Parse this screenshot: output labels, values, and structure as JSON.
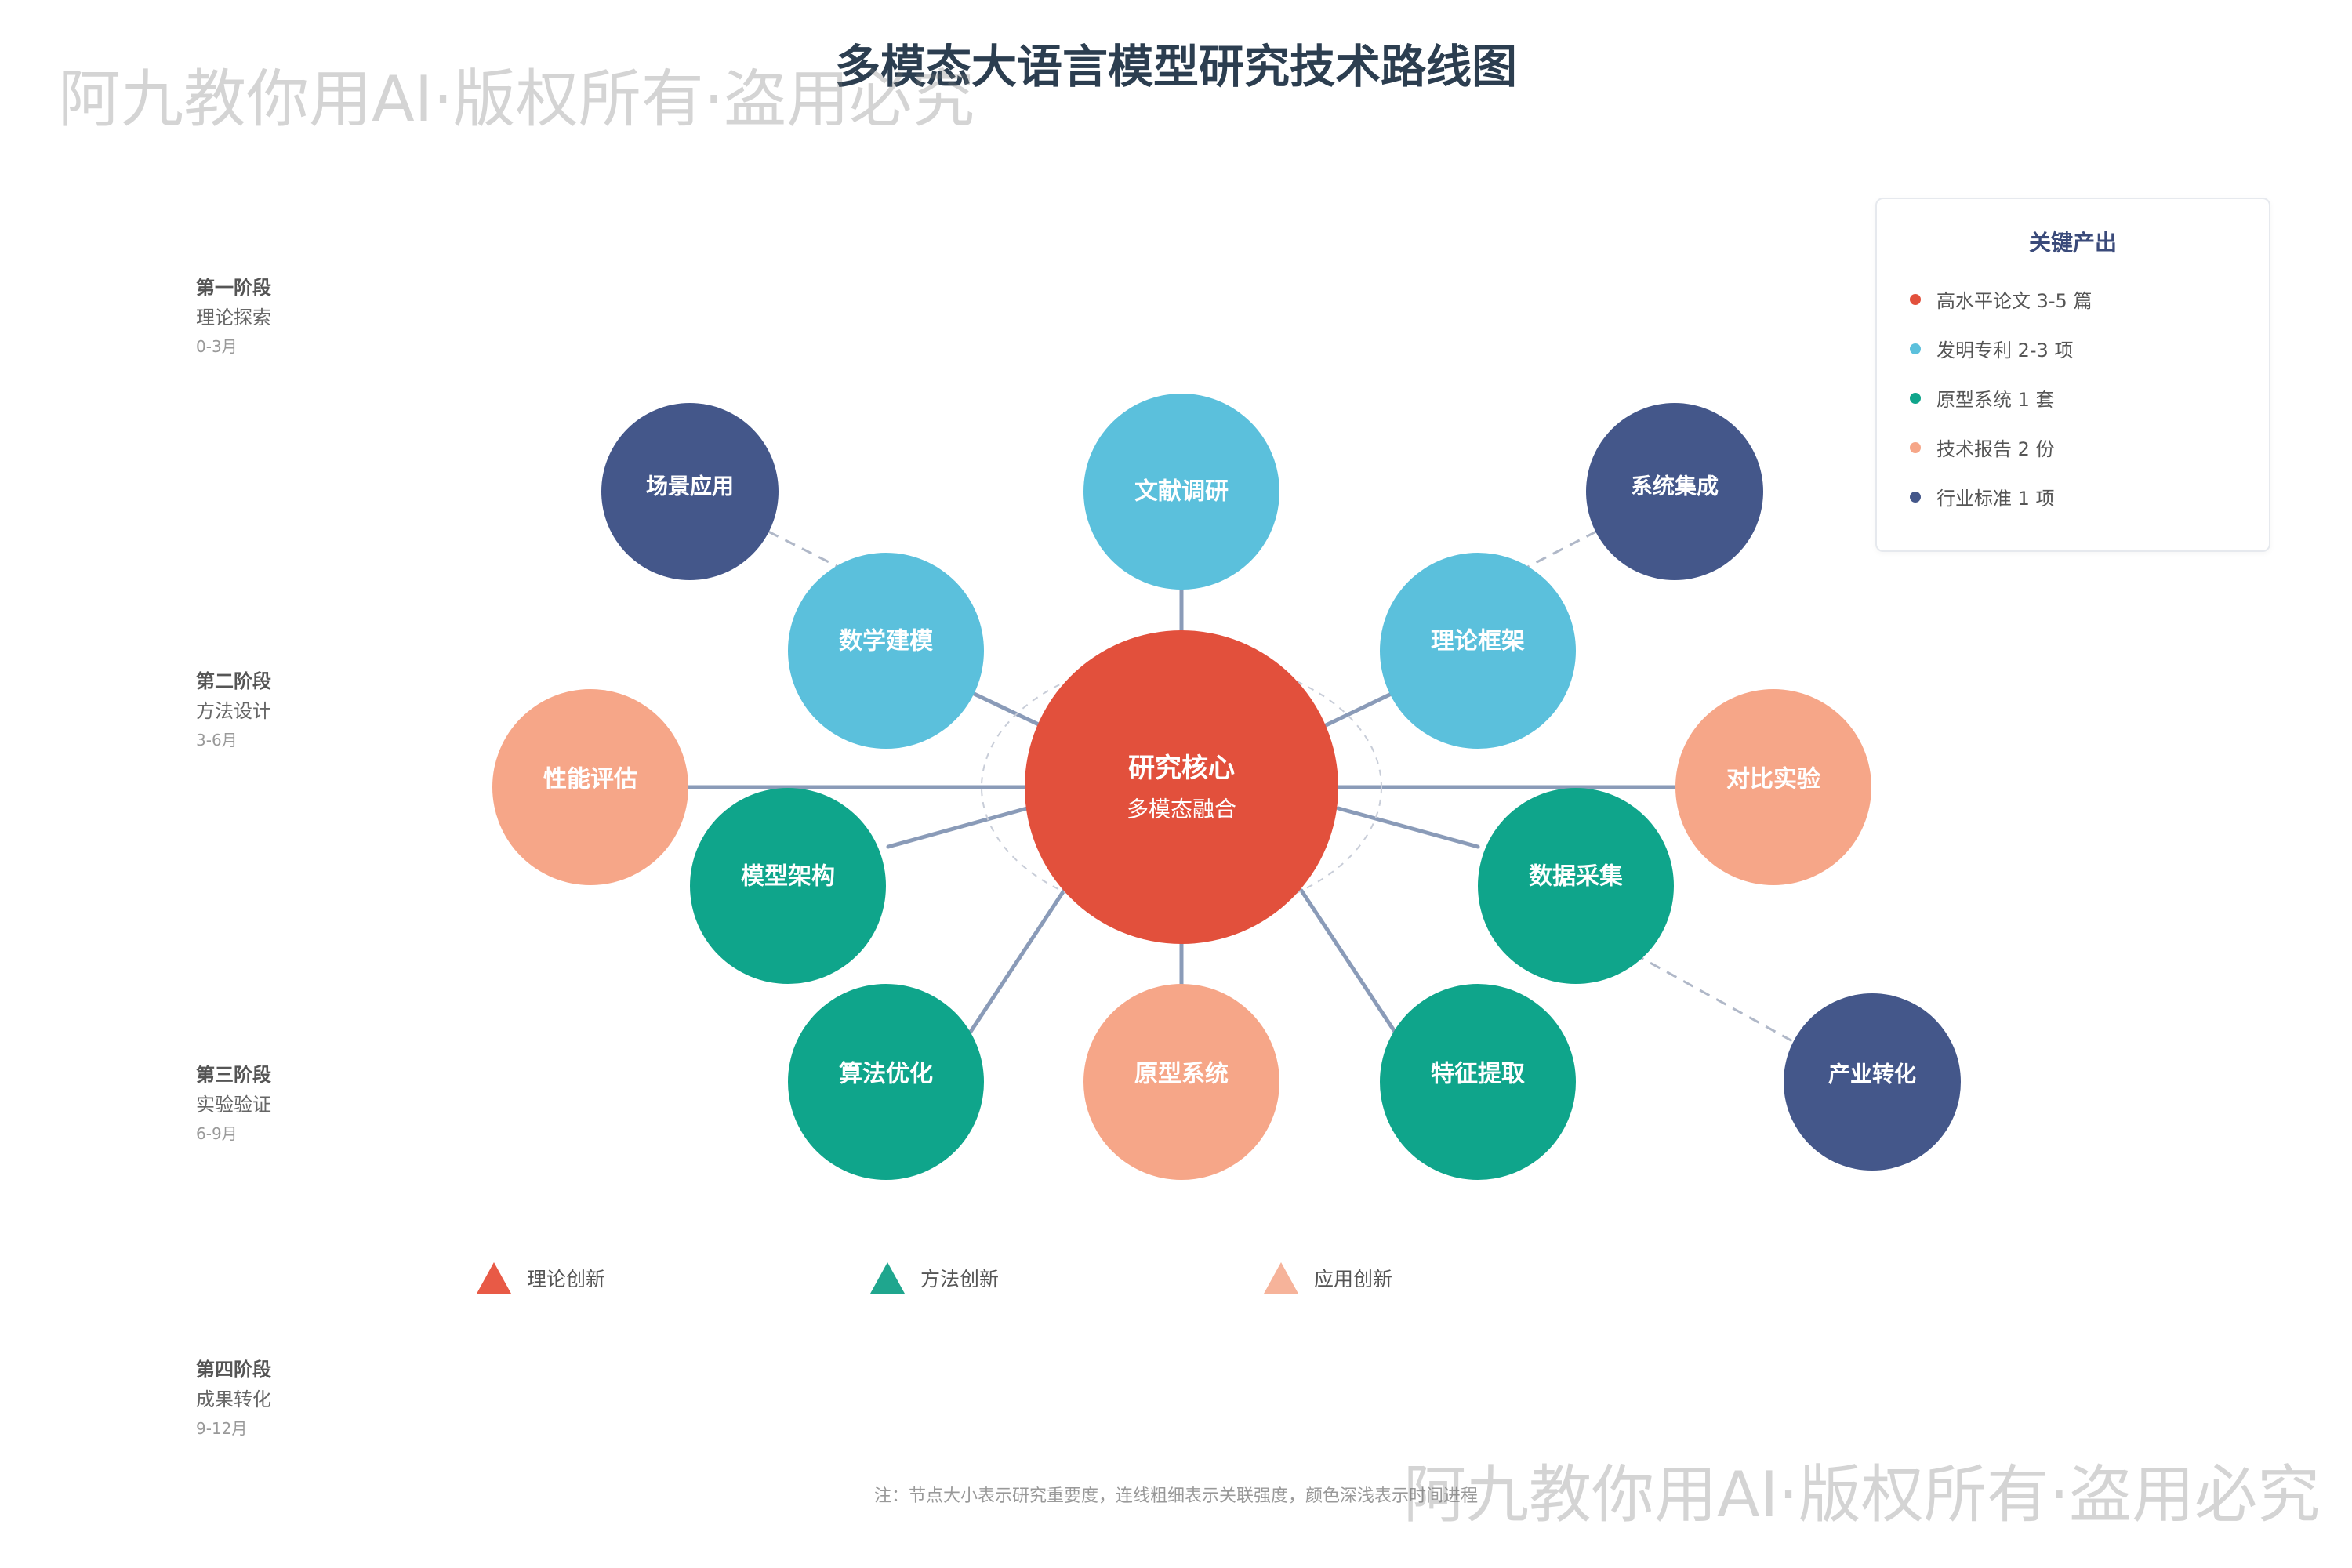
{
  "title": "多模态大语言模型研究技术路线图",
  "watermark": "阿九教你用AI·版权所有·盗用必究",
  "stages": [
    {
      "name": "第一阶段",
      "desc": "理论探索",
      "time": "0-3月"
    },
    {
      "name": "第二阶段",
      "desc": "方法设计",
      "time": "3-6月"
    },
    {
      "name": "第三阶段",
      "desc": "实验验证",
      "time": "6-9月"
    },
    {
      "name": "第四阶段",
      "desc": "成果转化",
      "time": "9-12月"
    }
  ],
  "colors": {
    "core": "#e2503c",
    "light_blue": "#5bc0dc",
    "teal": "#0fa58b",
    "salmon": "#f6a688",
    "navy": "#44578a",
    "edge": "#8a9bb8",
    "dashed": "#b0b8c8"
  },
  "center": {
    "title": "研究核心",
    "subtitle": "多模态融合"
  },
  "nodes": {
    "lit_review": "文献调研",
    "math_model": "数学建模",
    "theory_framework": "理论框架",
    "scene_app": "场景应用",
    "sys_integration": "系统集成",
    "perf_eval": "性能评估",
    "comp_exp": "对比实验",
    "model_arch": "模型架构",
    "data_collect": "数据采集",
    "algo_opt": "算法优化",
    "prototype": "原型系统",
    "feature_extract": "特征提取",
    "industry": "产业转化"
  },
  "outputs": {
    "title": "关键产出",
    "items": [
      {
        "text": "高水平论文 3-5 篇",
        "color": "#e2503c"
      },
      {
        "text": "发明专利 2-3 项",
        "color": "#5bc0dc"
      },
      {
        "text": "原型系统 1 套",
        "color": "#0fa58b"
      },
      {
        "text": "技术报告 2 份",
        "color": "#f6a688"
      },
      {
        "text": "行业标准 1 项",
        "color": "#44578a"
      }
    ]
  },
  "categories": [
    {
      "label": "理论创新",
      "color": "#e85a46"
    },
    {
      "label": "方法创新",
      "color": "#1fa68e"
    },
    {
      "label": "应用创新",
      "color": "#f6b39a"
    }
  ],
  "note": "注：节点大小表示研究重要度，连线粗细表示关联强度，颜色深浅表示时间进程"
}
